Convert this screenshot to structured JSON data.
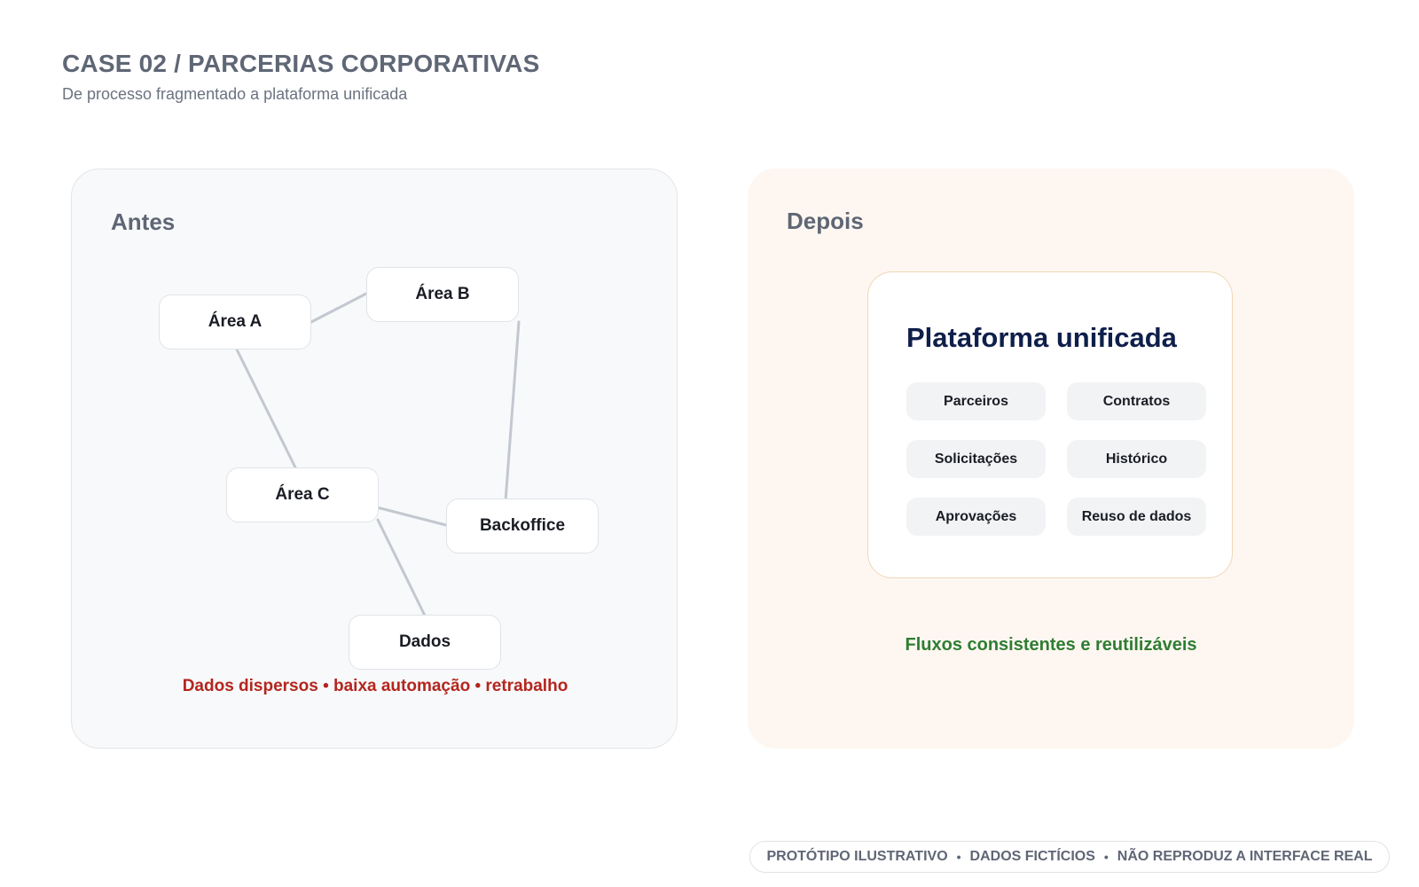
{
  "header": {
    "title": "CASE 02 / PARCERIAS CORPORATIVAS",
    "subtitle": "De processo fragmentado a plataforma unificada"
  },
  "before": {
    "label": "Antes",
    "nodes": {
      "area_a": "Área A",
      "area_b": "Área B",
      "area_c": "Área C",
      "backoffice": "Backoffice",
      "dados": "Dados"
    },
    "problems": "Dados dispersos • baixa automação • retrabalho",
    "link_color": "#c3c8d0"
  },
  "after": {
    "label": "Depois",
    "platform_title": "Plataforma unificada",
    "modules": [
      "Parceiros",
      "Contratos",
      "Solicitações",
      "Histórico",
      "Aprovações",
      "Reuso de dados"
    ],
    "benefit": "Fluxos consistentes e reutilizáveis"
  },
  "footer": {
    "items": [
      "PROTÓTIPO ILUSTRATIVO",
      "DADOS FICTÍCIOS",
      "NÃO REPRODUZ A INTERFACE REAL"
    ],
    "separator": "•"
  },
  "colors": {
    "problem": "#b3261e",
    "benefit": "#2e7d32",
    "platform_title": "#0f1f4b",
    "after_panel_bg": "#fef7f1"
  }
}
